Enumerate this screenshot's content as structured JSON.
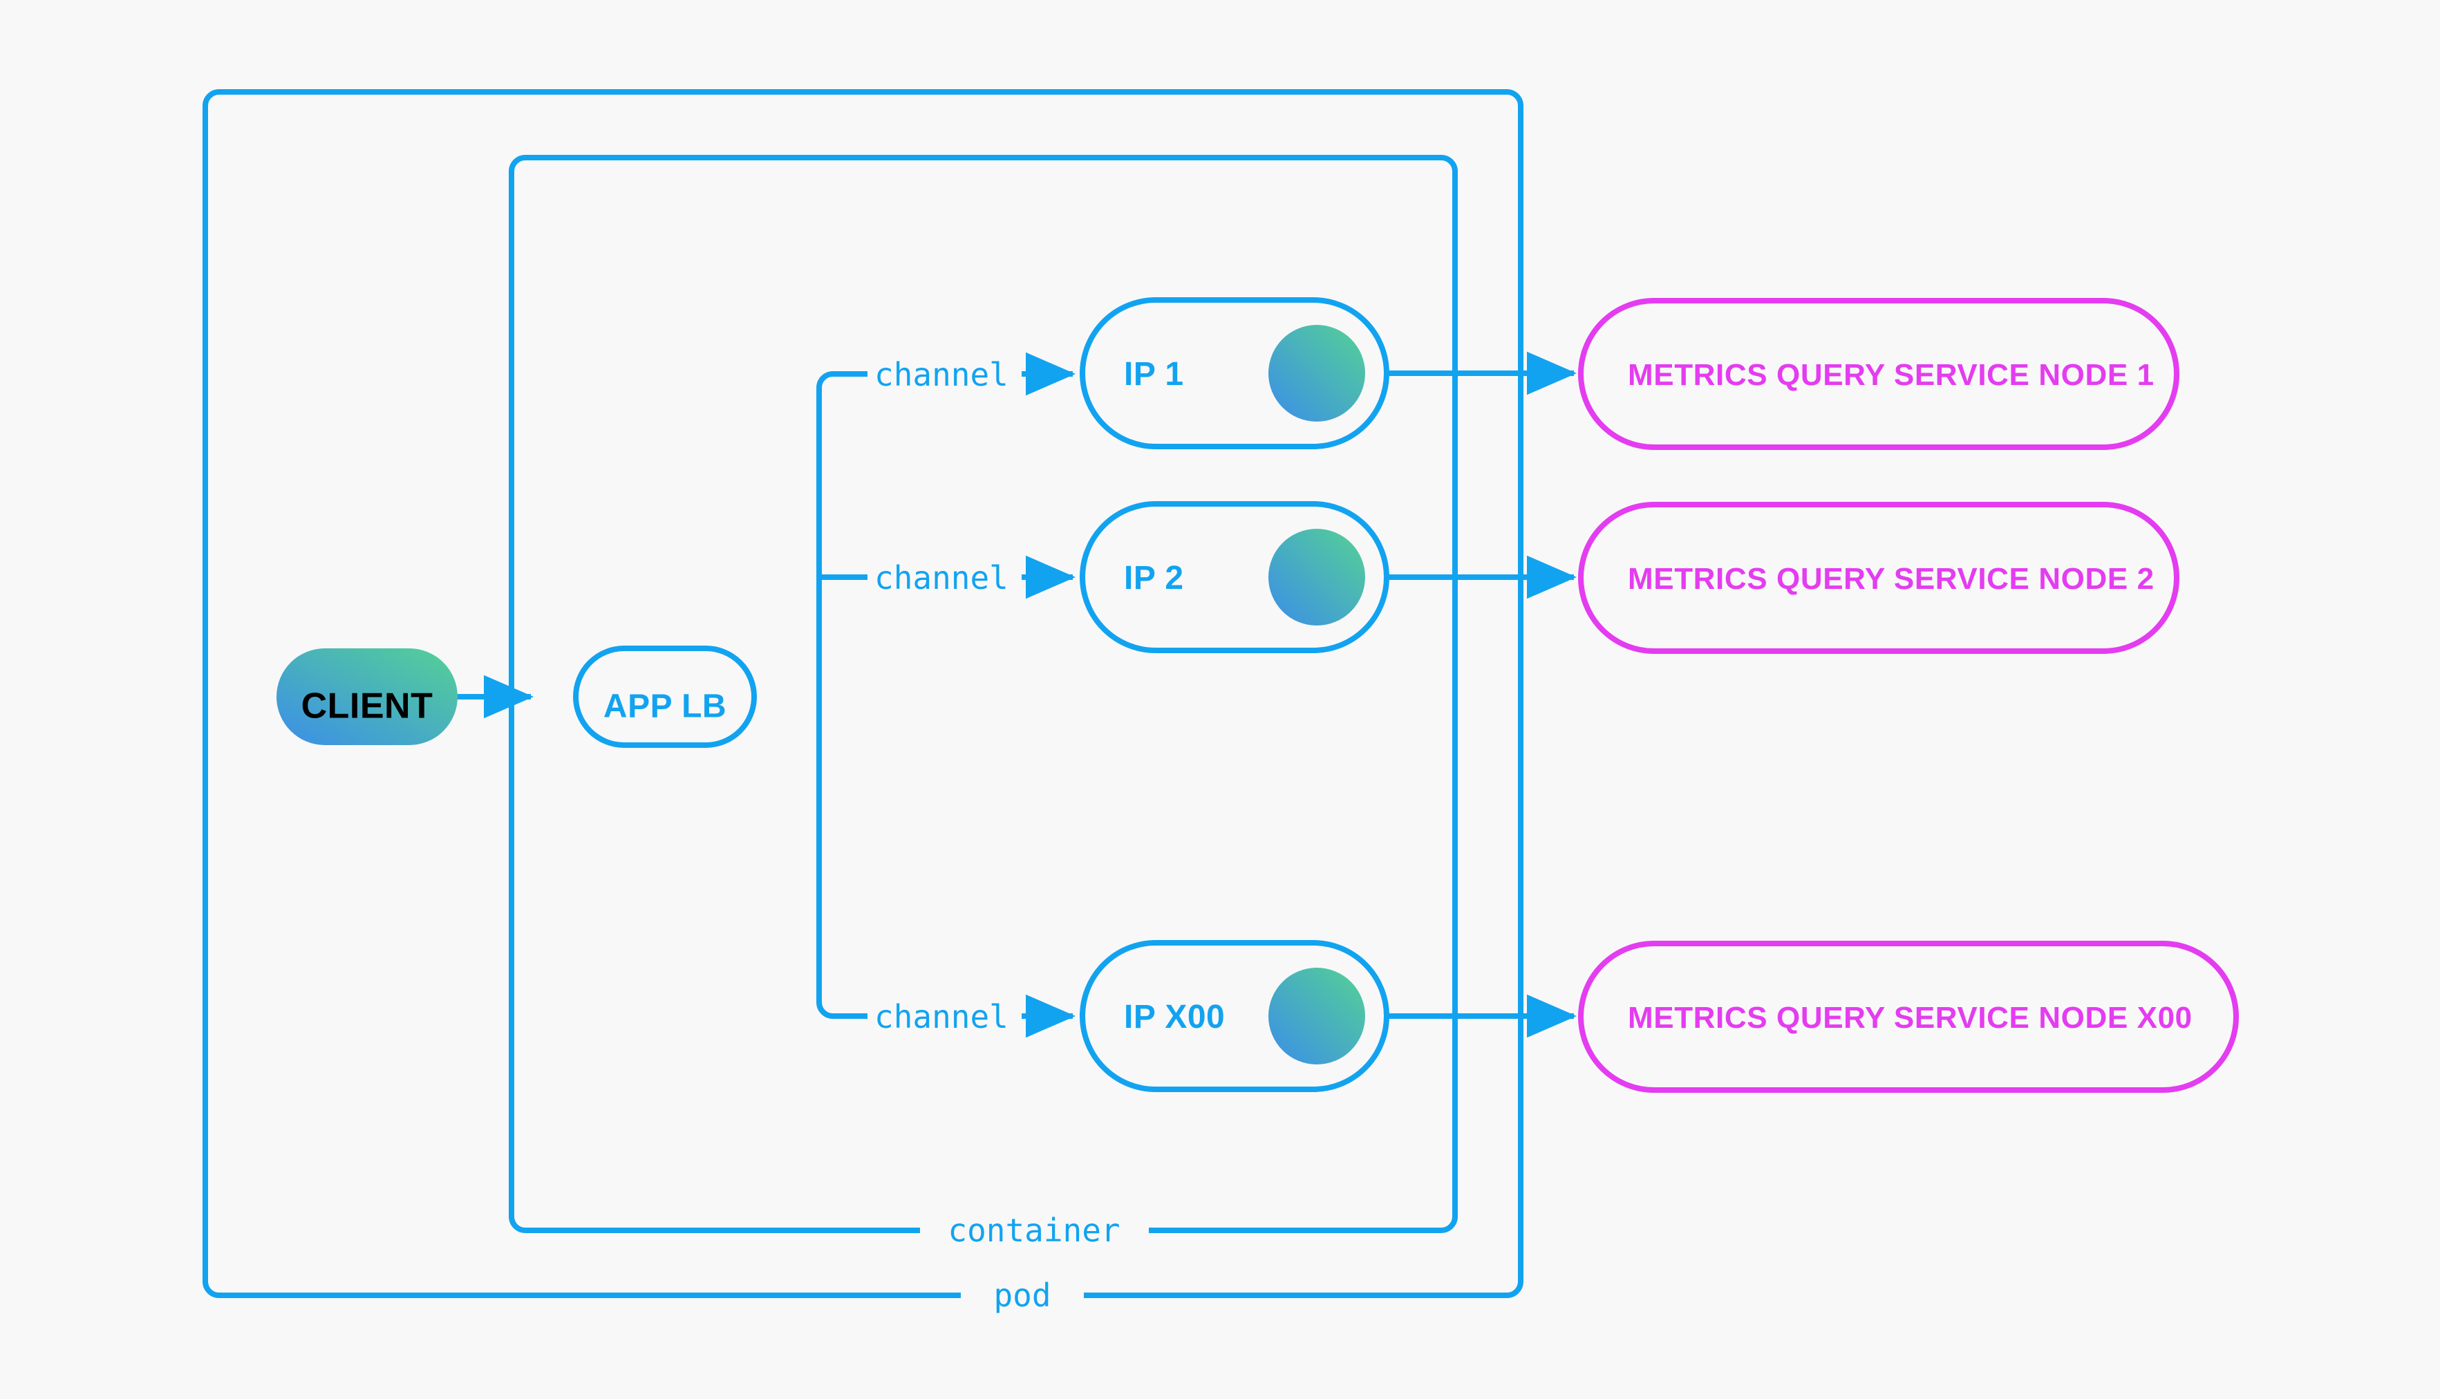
{
  "colors": {
    "background": "#f8f8f8",
    "blue": "#12a3f0",
    "magenta": "#e43cf0",
    "gradient_blue": "#3b8ee8",
    "gradient_green": "#4fcf8e",
    "client_text": "#000000"
  },
  "groups": {
    "outer": {
      "label": "pod"
    },
    "inner": {
      "label": "container"
    }
  },
  "client": {
    "label": "CLIENT"
  },
  "load_balancer": {
    "label": "APP LB"
  },
  "channels": [
    {
      "label": "channel"
    },
    {
      "label": "channel"
    },
    {
      "label": "channel"
    }
  ],
  "ip_nodes": [
    {
      "label": "IP 1"
    },
    {
      "label": "IP 2"
    },
    {
      "label": "IP X00"
    }
  ],
  "service_nodes": [
    {
      "label": "METRICS QUERY SERVICE NODE 1"
    },
    {
      "label": "METRICS QUERY SERVICE NODE 2"
    },
    {
      "label": "METRICS QUERY SERVICE NODE X00"
    }
  ]
}
